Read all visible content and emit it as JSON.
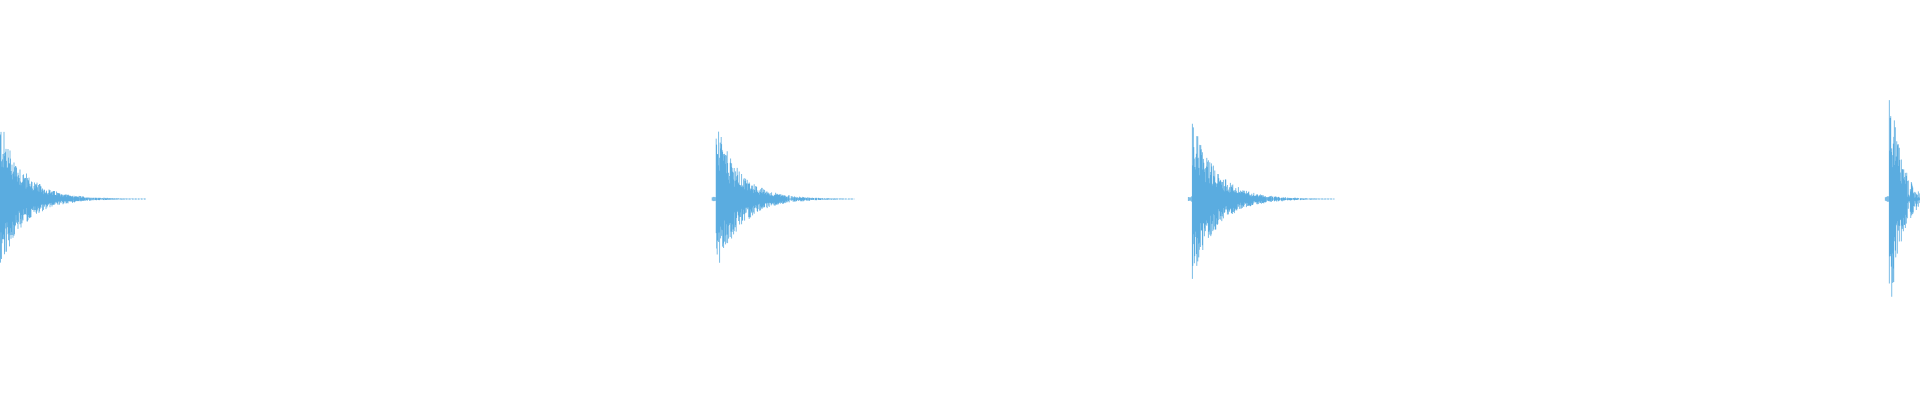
{
  "colors": {
    "background": "#ffffff",
    "waveform": "#5aace0"
  },
  "chart_data": {
    "type": "area",
    "title": "",
    "xlabel": "",
    "ylabel": "",
    "grid": false,
    "legend": "none",
    "xlim": [
      0,
      1
    ],
    "ylim": [
      -1,
      1
    ],
    "series": [
      {
        "events": [
          {
            "x": 0.0,
            "peak_pos": 0.55,
            "peak_neg": 0.5,
            "decay": 0.012,
            "tail": 0.076
          },
          {
            "x": 0.373,
            "peak_pos": 0.52,
            "peak_neg": 0.55,
            "decay": 0.012,
            "tail": 0.072
          },
          {
            "x": 0.621,
            "peak_pos": 0.56,
            "peak_neg": 0.57,
            "decay": 0.012,
            "tail": 0.074
          },
          {
            "x": 0.984,
            "peak_pos": 0.83,
            "peak_neg": 0.84,
            "decay": 0.006,
            "tail": 0.016
          }
        ]
      }
    ]
  }
}
